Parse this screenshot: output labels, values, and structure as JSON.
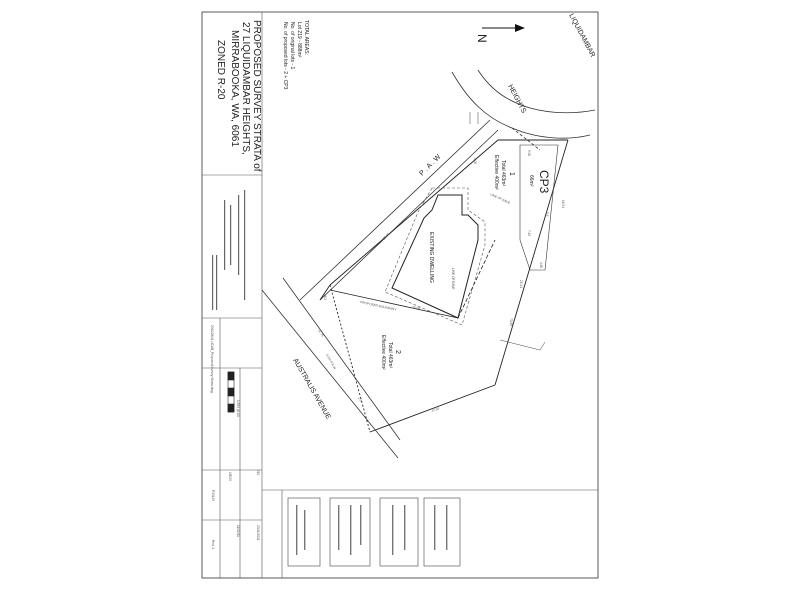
{
  "sheet": {
    "title_lines": [
      "PROPOSED SURVEY STRATA of",
      "27 LIQUIDAMBAR HEIGHTS,",
      "MIRRABOOKA, WA, 6061"
    ],
    "zoning": "ZONED R-20",
    "totals": {
      "heading": "TOTAL AREAS:",
      "lines": [
        "Lot 219 - 888m²",
        "No. of original lots - 1",
        "No. of proposed lots - 2 + CP3"
      ]
    }
  },
  "streets": {
    "north": "LIQUIDAMBAR",
    "north_cont": "HEIGHTS",
    "south": "AUSTRALIS  AVENUE",
    "paw": "P  .  A  .  W"
  },
  "north_arrow": {
    "label": "N"
  },
  "lots": [
    {
      "id": "1",
      "area": "Total 463m²",
      "effective": "Effective 400m²"
    },
    {
      "id": "2",
      "area": "Total 463m²",
      "effective": "Effective 400m²"
    }
  ],
  "common_property": {
    "label": "CP3",
    "area": "66m²"
  },
  "labels": {
    "existing": "EXISTING DWELLING",
    "line_of_eave": "LINE OF EAVE",
    "line_of_eave_2": "LINE OF EAVE",
    "proposed_boundary": "PROPOSED BOUNDARY",
    "paw_label": "0.5m P.A.W."
  },
  "dimensions": {
    "d1": "5.00",
    "d2": "16.51",
    "d3": "3.5",
    "d4": "7.15",
    "d5": "4.85",
    "d6": "25.41",
    "d7": "15.04",
    "d8": "73.98",
    "d9": "96.2",
    "d10": "22.89",
    "d11": "12.75",
    "d12": "47.50",
    "d13": "2.5",
    "d14": "4.00"
  },
  "title_block": {
    "date": "20/11/2011",
    "lot": "219",
    "plan": "P10145",
    "scale": "1:500 @ A3",
    "ref": "18020",
    "revision": "Rev. 1",
    "job": "11/02/11",
    "filename": "2011/28/11 UCAB_Proposed Survey Strata.dwg"
  }
}
